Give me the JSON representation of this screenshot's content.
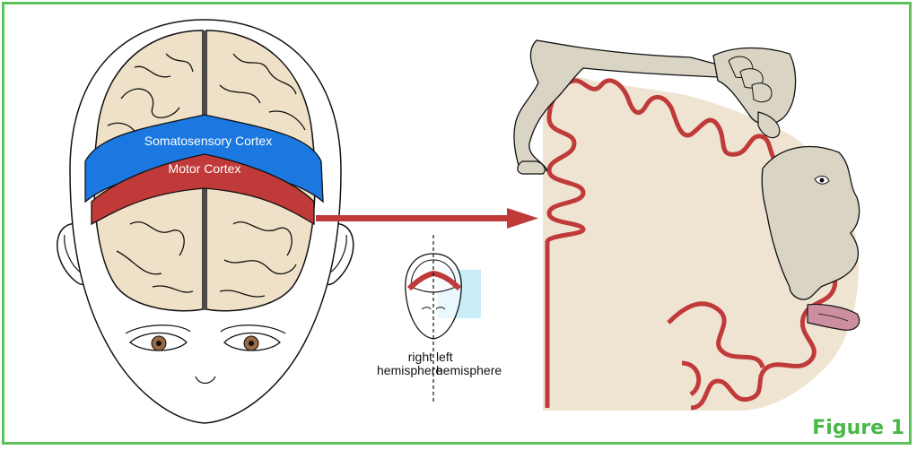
{
  "labels": {
    "somatosensory": "Somatosensory Cortex",
    "motor": "Motor Cortex",
    "right_hemisphere_line1": "right",
    "right_hemisphere_line2": "hemisphere",
    "left_hemisphere_line1": "left",
    "left_hemisphere_line2": "hemisphere",
    "figure": "Figure 1"
  },
  "colors": {
    "frame": "#5cc25a",
    "somatosensory": "#1a78e0",
    "motor": "#c03a3a",
    "brain": "#efe0c8",
    "homunculus": "#d9d4c4",
    "cortex_section": "#efe3d2",
    "tongue": "#cc8fa0"
  }
}
